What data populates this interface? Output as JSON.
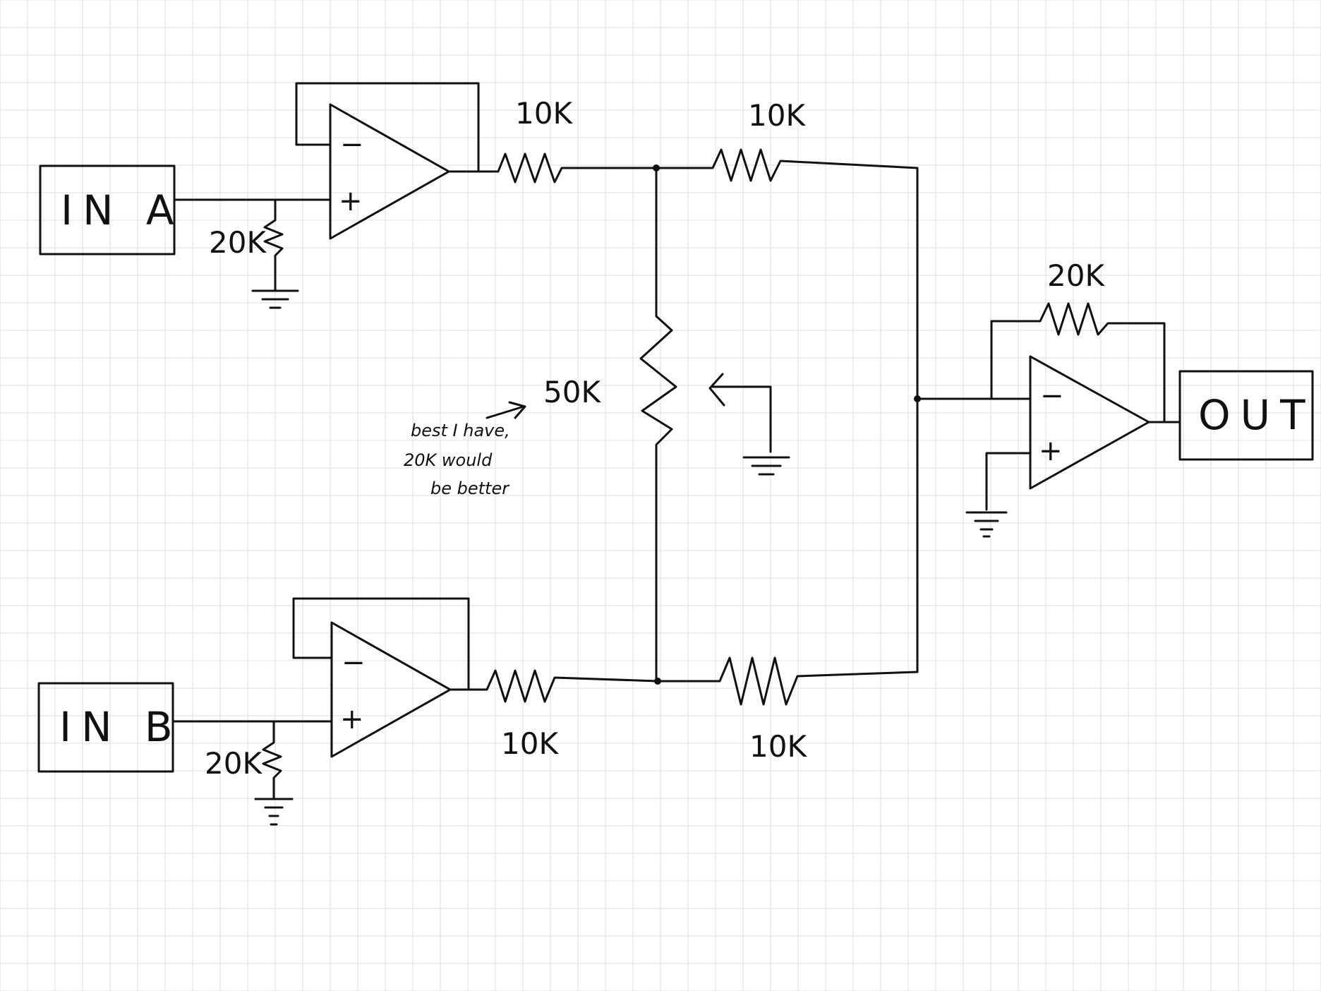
{
  "boxes": {
    "in_a": "IN A",
    "in_b": "IN B",
    "out": "OUT"
  },
  "resistors": {
    "buffer_a_out": "10K",
    "buffer_b_out": "10K",
    "top_right": "10K",
    "bottom_right": "10K",
    "input_a_pulldown": "20K",
    "input_b_pulldown": "20K",
    "feedback": "20K",
    "pot": "50K"
  },
  "opamp_signs": {
    "minus": "−",
    "plus": "+"
  },
  "note": [
    "best I have,",
    "20K would",
    "be better"
  ]
}
